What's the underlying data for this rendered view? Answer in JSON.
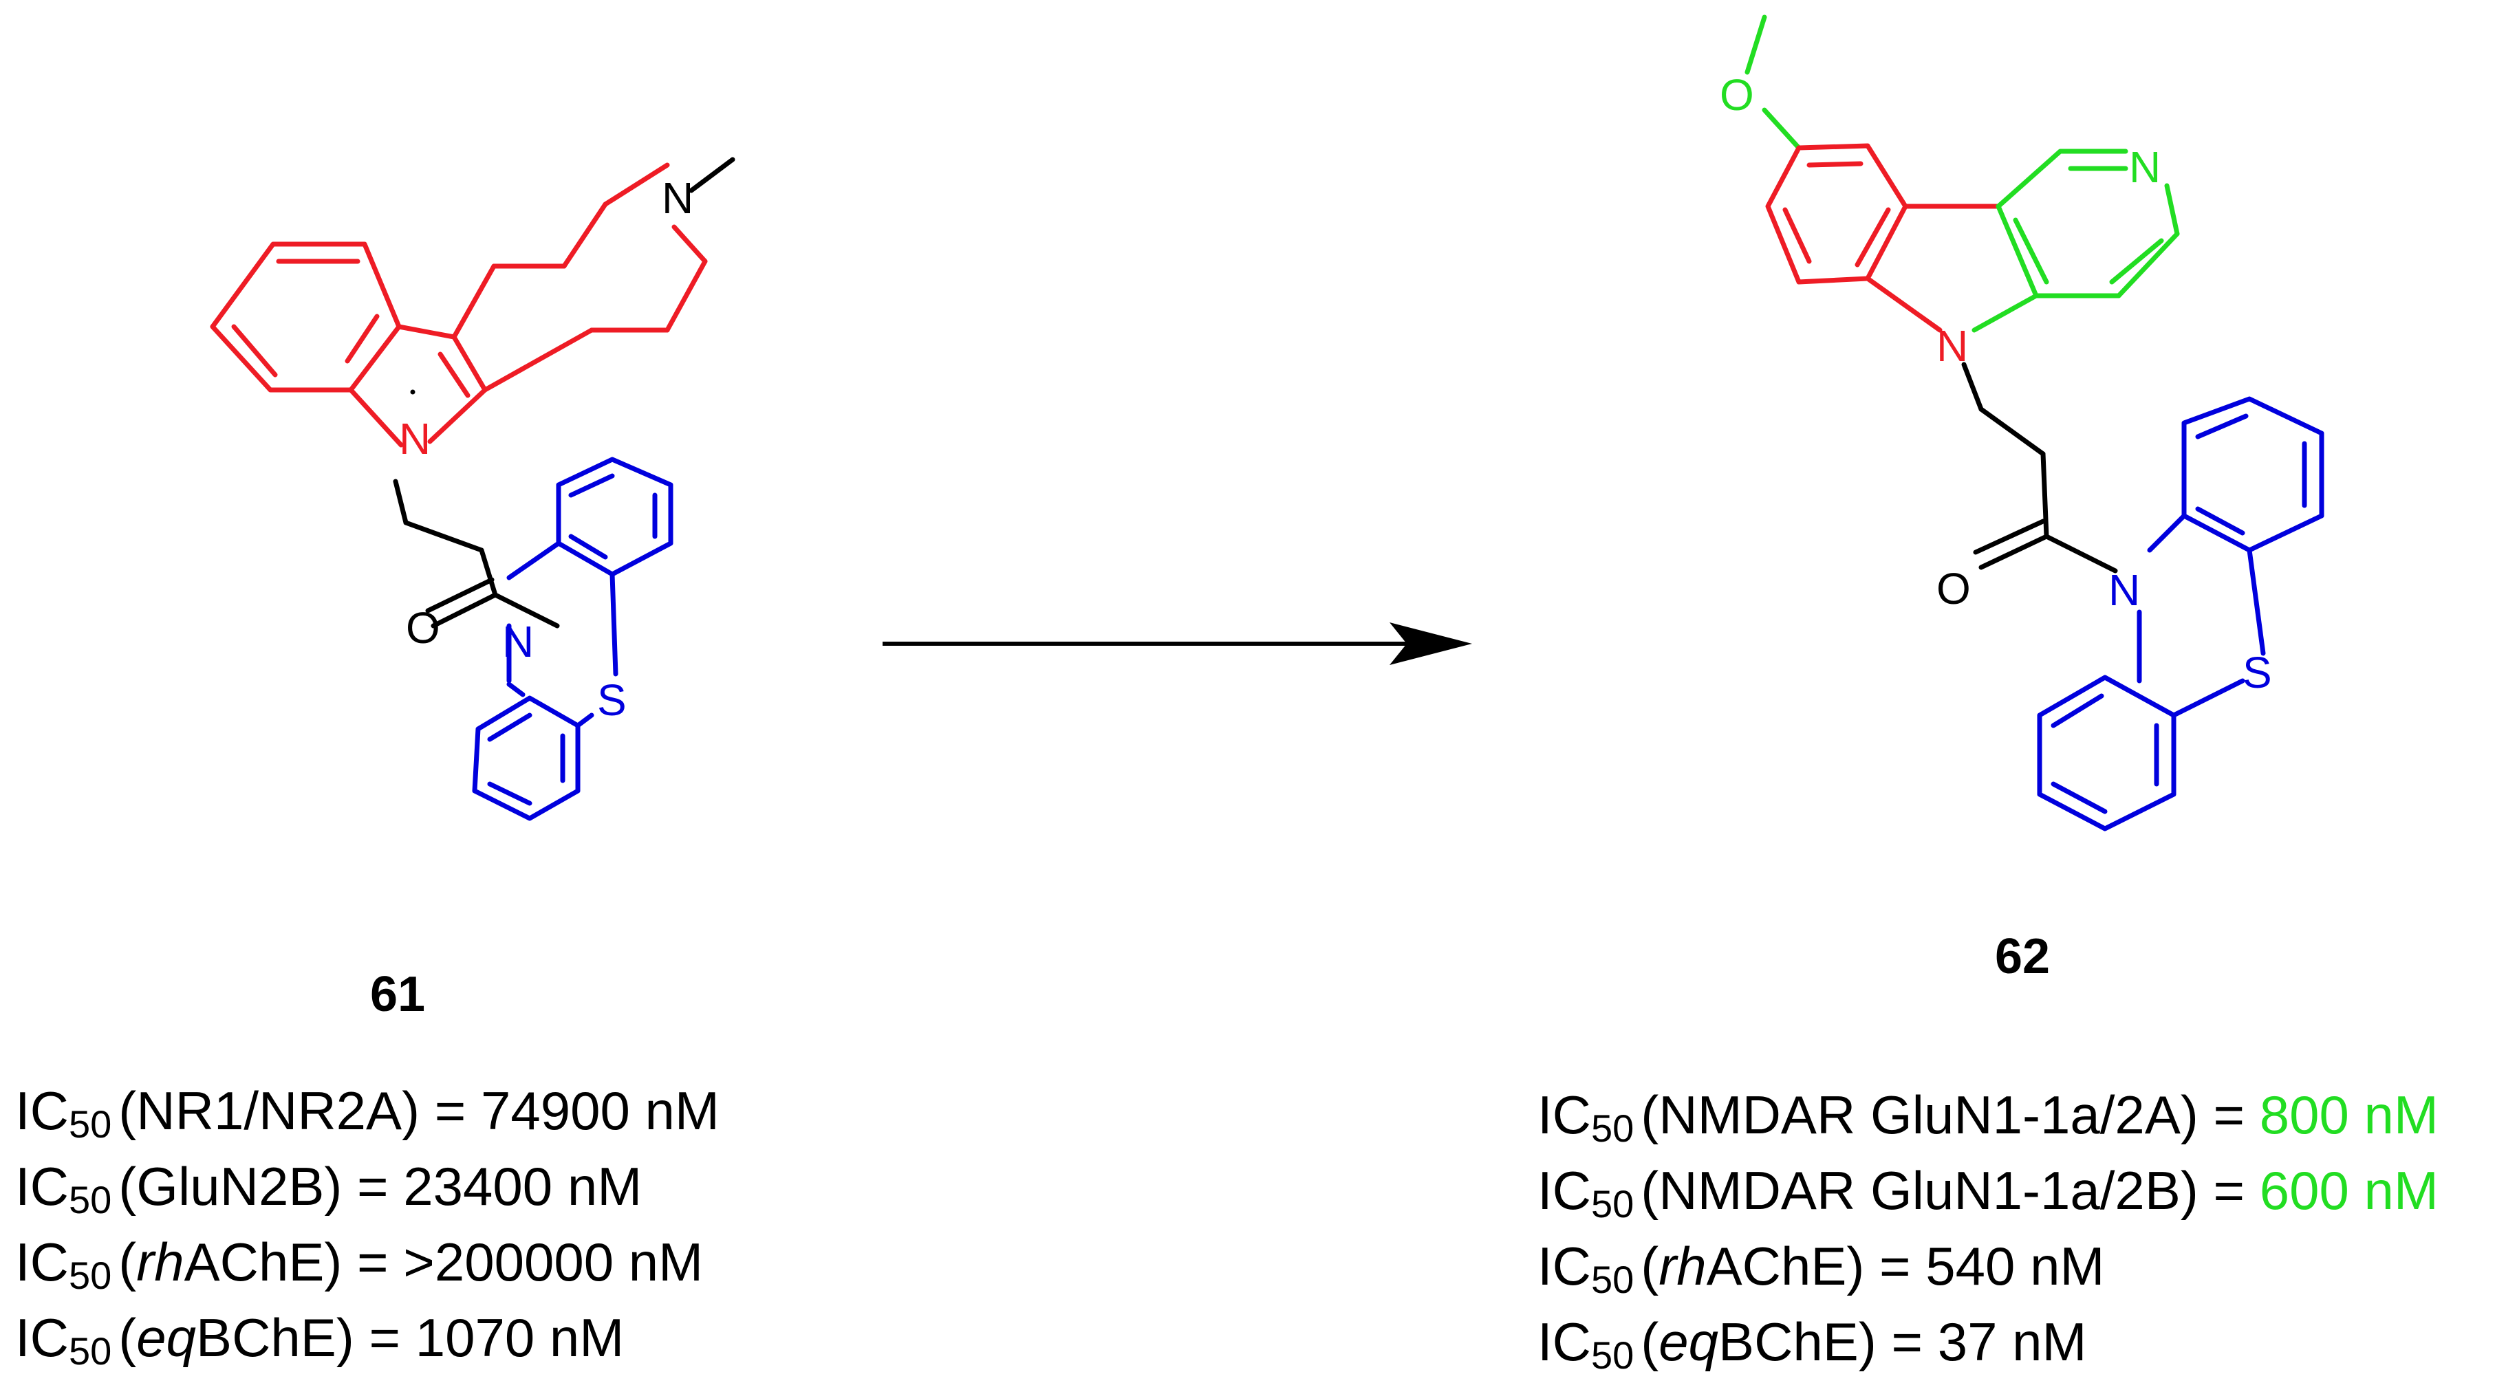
{
  "colors": {
    "red": "#ee1c25",
    "green": "#22dd22",
    "blue": "#0000dd",
    "black": "#000000"
  },
  "compound_61": {
    "id": "61",
    "atoms": {
      "N_methyl": "N",
      "N_indole": "N",
      "O": "O",
      "N_phenothiazine": "N",
      "S": "S"
    },
    "activities": [
      {
        "ic": "IC",
        "sub": "50",
        "pre": "(",
        "italic": "",
        "target": "NR1/NR2A",
        "post": ") = ",
        "value": "74900 nM"
      },
      {
        "ic": "IC",
        "sub": "50",
        "pre": "(",
        "italic": "",
        "target": "GluN2B",
        "post": ") = ",
        "value": "23400 nM"
      },
      {
        "ic": "IC",
        "sub": "50",
        "pre": "(",
        "italic": "rh",
        "target": "AChE",
        "post": ") = ",
        "value": ">200000 nM"
      },
      {
        "ic": "IC",
        "sub": "50",
        "pre": "(",
        "italic": "eq",
        "target": "BChE",
        "post": ") = ",
        "value": "1070 nM"
      }
    ]
  },
  "compound_62": {
    "id": "62",
    "atoms": {
      "O_methoxy": "O",
      "N_pyridine": "N",
      "N_indole": "N",
      "O": "O",
      "N_phenothiazine": "N",
      "S": "S"
    },
    "activities": [
      {
        "ic": "IC",
        "sub": "50",
        "pre": "(",
        "italic": "",
        "target": "NMDAR GluN1-1a/2A",
        "post": ") = ",
        "value": "800 nM",
        "value_color": "green"
      },
      {
        "ic": "IC",
        "sub": "50",
        "pre": "(",
        "italic": "",
        "target": "NMDAR GluN1-1a/2B",
        "post": ") = ",
        "value": "600 nM",
        "value_color": "green"
      },
      {
        "ic": "IC",
        "sub": "50",
        "pre": "(",
        "italic": "rh",
        "target": "AChE",
        "post": ") = ",
        "value": "540 nM"
      },
      {
        "ic": "IC",
        "sub": "50",
        "pre": "(",
        "italic": "eq",
        "target": "BChE",
        "post": ") = ",
        "value": "37 nM"
      }
    ]
  }
}
